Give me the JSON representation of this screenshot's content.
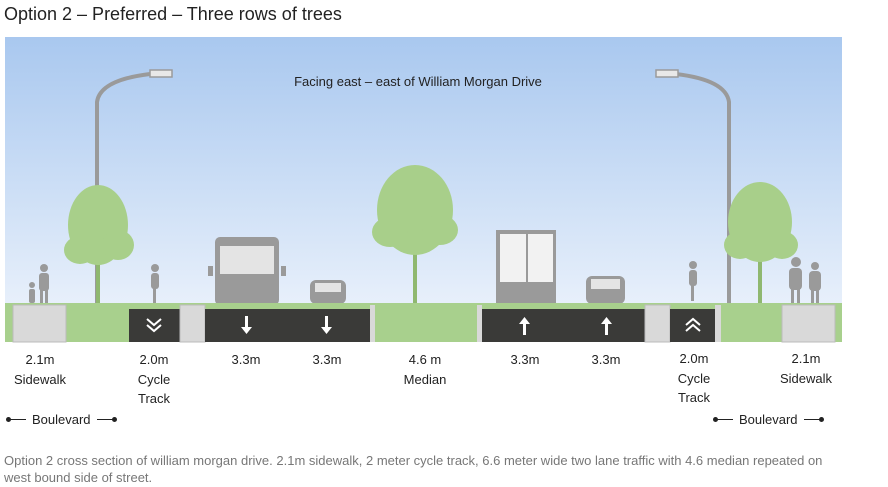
{
  "title": "Option 2 – Preferred – Three rows of trees",
  "diagram": {
    "heading": "Facing east – east of William Morgan Drive",
    "colors": {
      "sky_top": "#a9c8ef",
      "sky_bottom": "#e6effa",
      "grass": "#a8d08d",
      "road": "#3a3a38",
      "curb": "#d9d9d9",
      "tree": "#a8cf8a",
      "figure": "#9a9a9a"
    },
    "segments": [
      {
        "width": "2.1m",
        "name": "Sidewalk"
      },
      {
        "width": "2.0m",
        "name": "Cycle Track"
      },
      {
        "width": "3.3m",
        "name": ""
      },
      {
        "width": "3.3m",
        "name": ""
      },
      {
        "width": "4.6 m",
        "name": "Median"
      },
      {
        "width": "3.3m",
        "name": ""
      },
      {
        "width": "3.3m",
        "name": ""
      },
      {
        "width": "2.0m",
        "name": "Cycle Track"
      },
      {
        "width": "2.1m",
        "name": "Sidewalk"
      }
    ],
    "boulevard_left": "Boulevard",
    "boulevard_right": "Boulevard"
  },
  "caption": "Option 2 cross section of william morgan drive. 2.1m sidewalk, 2 meter cycle track, 6.6 meter wide two lane traffic with 4.6 median repeated on west bound side of street."
}
